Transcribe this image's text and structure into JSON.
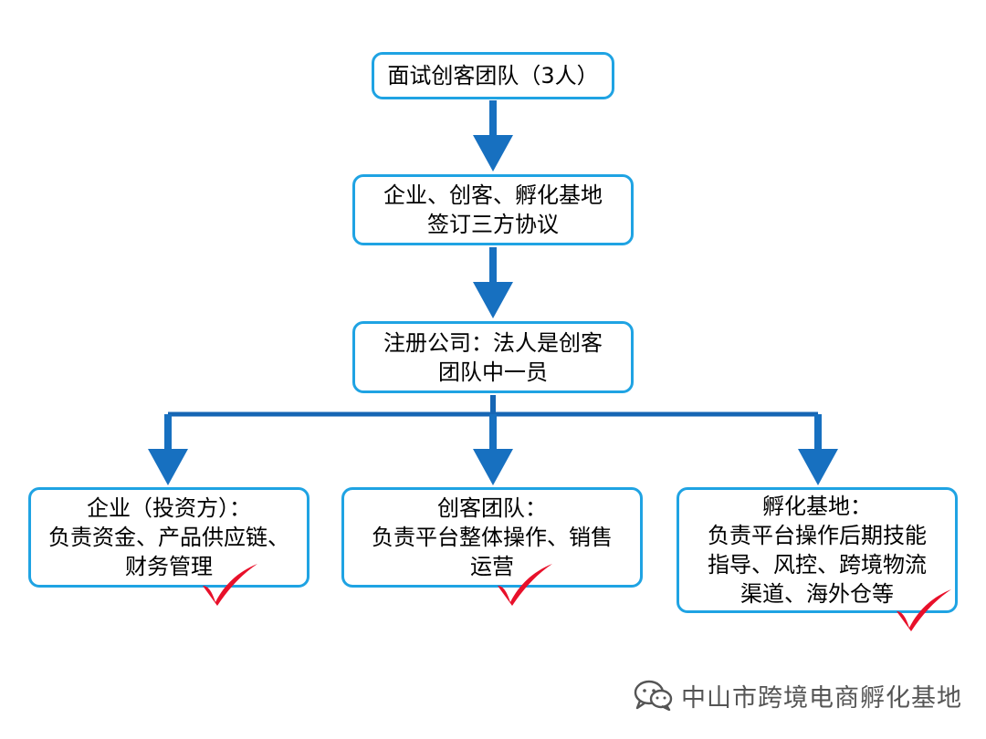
{
  "colors": {
    "node_border": "#1fa3e3",
    "arrow": "#1770c0",
    "connector": "#1666b4",
    "check": "#e8102a",
    "watermark": "#555555"
  },
  "nodes": {
    "interview": {
      "lines": [
        "面试创客团队（3人）"
      ]
    },
    "agreement": {
      "lines": [
        "企业、创客、孵化基地",
        "签订三方协议"
      ]
    },
    "register": {
      "lines": [
        "注册公司：法人是创客",
        "团队中一员"
      ]
    },
    "enterprise": {
      "lines": [
        "企业（投资方）：",
        "负责资金、产品供应链、",
        "财务管理"
      ]
    },
    "maker_team": {
      "lines": [
        "创客团队：",
        "负责平台整体操作、销售",
        "运营"
      ]
    },
    "incubator": {
      "lines": [
        "孵化基地：",
        "负责平台操作后期技能",
        "指导、风控、跨境物流",
        "渠道、海外仓等"
      ]
    }
  },
  "watermark": {
    "icon": "wechat-icon",
    "text": "中山市跨境电商孵化基地"
  }
}
